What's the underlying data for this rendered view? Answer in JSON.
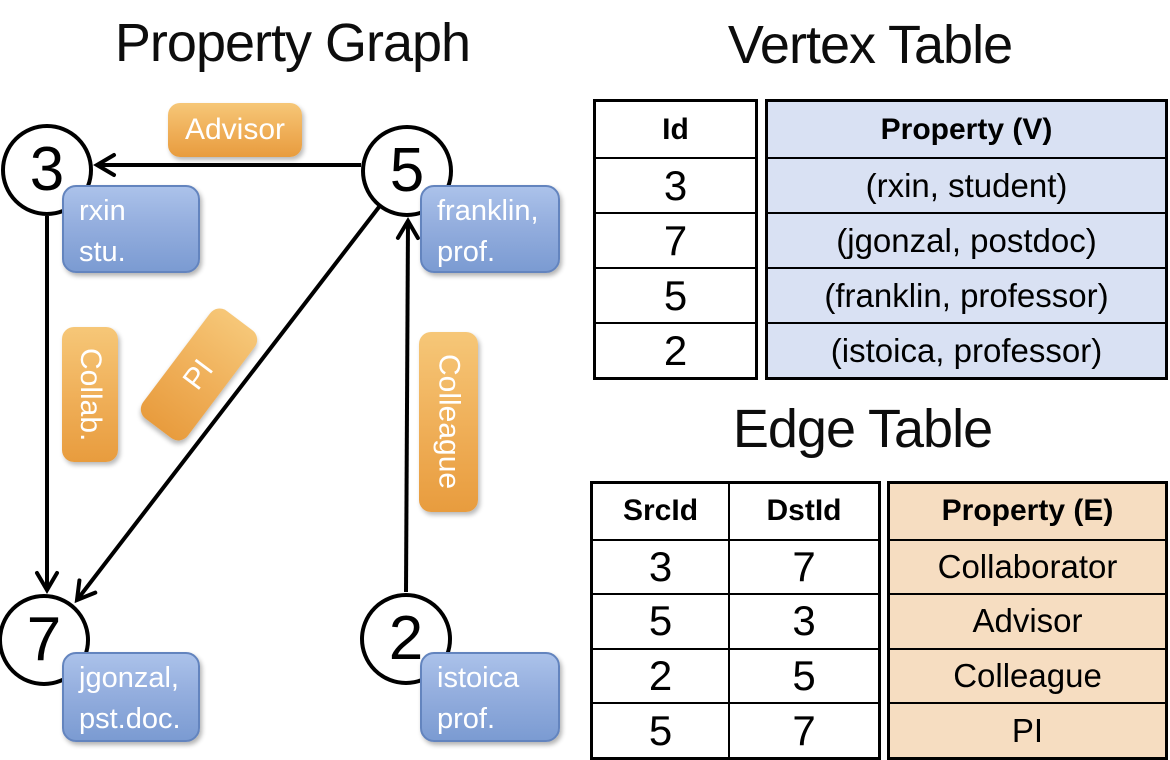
{
  "graph": {
    "title": "Property Graph",
    "nodes": {
      "n3": {
        "id": "3",
        "line1": "rxin",
        "line2": "stu."
      },
      "n5": {
        "id": "5",
        "line1": "franklin,",
        "line2": "prof."
      },
      "n7": {
        "id": "7",
        "line1": "jgonzal,",
        "line2": "pst.doc."
      },
      "n2": {
        "id": "2",
        "line1": "istoica",
        "line2": "prof."
      }
    },
    "edge_labels": {
      "advisor": "Advisor",
      "collab": "Collab.",
      "pi": "PI",
      "colleague": "Colleague"
    }
  },
  "vertex_table": {
    "title": "Vertex Table",
    "headers": {
      "id": "Id",
      "property": "Property (V)"
    },
    "rows": [
      {
        "id": "3",
        "property": "(rxin, student)"
      },
      {
        "id": "7",
        "property": "(jgonzal, postdoc)"
      },
      {
        "id": "5",
        "property": "(franklin, professor)"
      },
      {
        "id": "2",
        "property": "(istoica, professor)"
      }
    ]
  },
  "edge_table": {
    "title": "Edge Table",
    "headers": {
      "src": "SrcId",
      "dst": "DstId",
      "property": "Property (E)"
    },
    "rows": [
      {
        "src": "3",
        "dst": "7",
        "property": "Collaborator"
      },
      {
        "src": "5",
        "dst": "3",
        "property": "Advisor"
      },
      {
        "src": "2",
        "dst": "5",
        "property": "Colleague"
      },
      {
        "src": "5",
        "dst": "7",
        "property": "PI"
      }
    ]
  },
  "colors": {
    "edge_label_top": "#f6c778",
    "edge_label_bottom": "#e89c3e",
    "vertex_label_top": "#abc2ea",
    "vertex_label_bottom": "#7b9bd2",
    "vertex_property_bg": "#d9e1f3",
    "edge_property_bg": "#f6ddc1",
    "line": "#000000"
  }
}
